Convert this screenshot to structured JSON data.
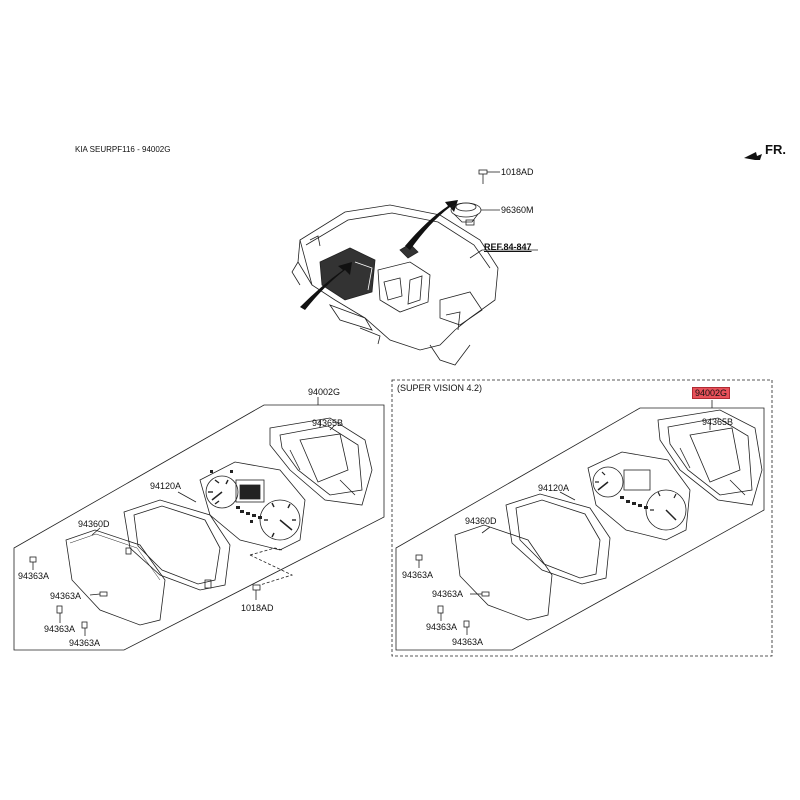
{
  "header": {
    "title": "KIA SEURPF116 - 94002G"
  },
  "direction": {
    "label": "FR."
  },
  "reference": {
    "label": "REF.84-847"
  },
  "variant": {
    "label": "(SUPER VISION 4.2)"
  },
  "highlight_color": "#e8515a",
  "parts": {
    "screw_top": "1018AD",
    "speaker": "96360M",
    "left_assembly": "94002G",
    "left_case": "94365B",
    "left_cluster": "94120A",
    "left_window": "94360D",
    "left_clip1": "94363A",
    "left_clip2": "94363A",
    "left_clip3": "94363A",
    "left_clip4": "94363A",
    "left_screw": "1018AD",
    "right_assembly": "94002G",
    "right_case": "94365B",
    "right_cluster": "94120A",
    "right_window": "94360D",
    "right_clip1": "94363A",
    "right_clip2": "94363A",
    "right_clip3": "94363A",
    "right_clip4": "94363A"
  }
}
